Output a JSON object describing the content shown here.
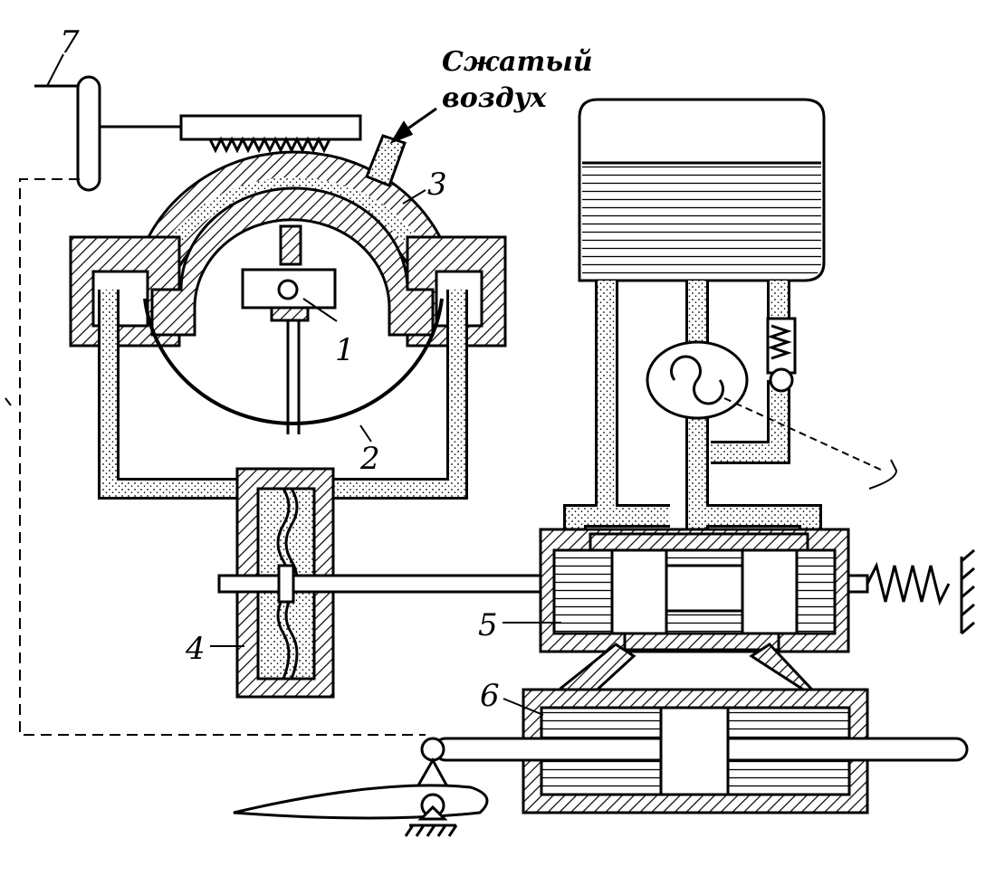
{
  "diagram": {
    "labels": {
      "air_line1": "Сжатый",
      "air_line2": "воздух",
      "n1": "1",
      "n2": "2",
      "n3": "3",
      "n4": "4",
      "n5": "5",
      "n6": "6",
      "n7": "7"
    }
  }
}
